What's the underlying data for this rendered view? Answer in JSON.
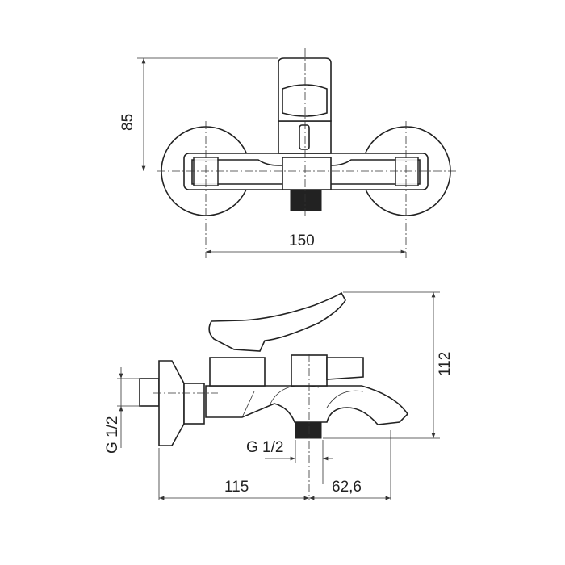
{
  "dimensions": {
    "top_view": {
      "height": "85",
      "width": "150"
    },
    "side_view": {
      "height": "112",
      "inlet_thread": "G 1/2",
      "outlet_thread": "G 1/2",
      "wall_to_outlet": "115",
      "outlet_to_spout": "62,6"
    }
  }
}
